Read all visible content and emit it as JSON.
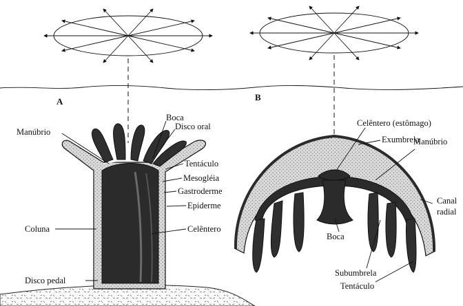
{
  "panels": {
    "a": "A",
    "b": "B"
  },
  "polyp_labels": {
    "boca": "Boca",
    "manubrio": "Manúbrio",
    "disco_oral": "Disco oral",
    "tentaculo": "Tentáculo",
    "mesogleia": "Mesogléia",
    "gastroderme": "Gastroderme",
    "epiderme": "Epiderme",
    "coluna": "Coluna",
    "celentero": "Celêntero",
    "disco_pedal": "Disco pedal"
  },
  "medusa_labels": {
    "celentero_estomago": "Celêntero (estômago)",
    "exumbrela": "Exumbrela",
    "manubrio": "Manúbrio",
    "canal": "Canal",
    "radial": "radial",
    "boca": "Boca",
    "subumbrela": "Subumbrela",
    "tentaculo": "Tentáculo"
  },
  "colors": {
    "ink": "#111111",
    "tissue_dark": "#2b2b2b",
    "mesoglea": "#d4d4d4",
    "paper": "#ffffff"
  }
}
